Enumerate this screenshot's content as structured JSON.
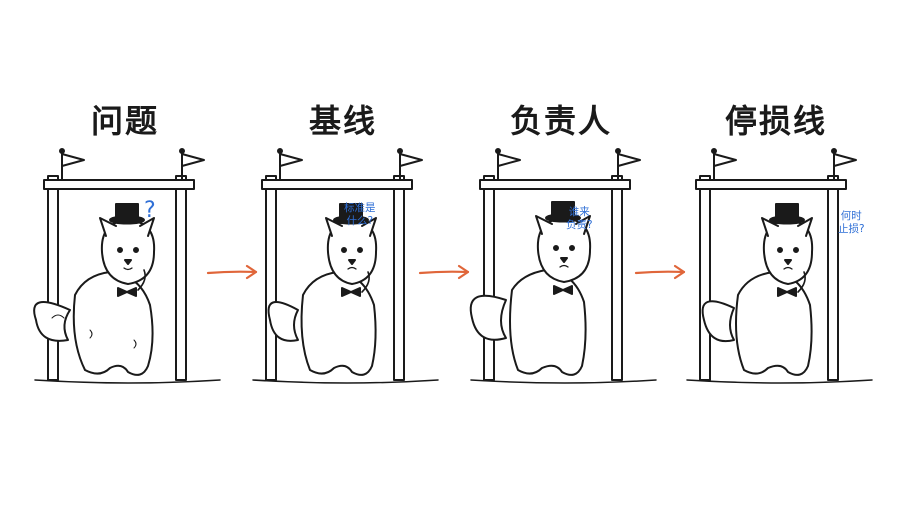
{
  "stages": [
    {
      "title": "问题",
      "bubble": "?"
    },
    {
      "title": "基线",
      "bubble": "标准是\n什么?"
    },
    {
      "title": "负责人",
      "bubble": "谁来\n负责?"
    },
    {
      "title": "停损线",
      "bubble": "何时\n止损?"
    }
  ],
  "colors": {
    "line": "#1a1a1a",
    "accent_arrow": "#e0663a",
    "bubble_text": "#2f6fd6"
  },
  "icons": [
    "flag-icon",
    "top-hat-icon",
    "bow-tie-icon",
    "arrow-right-icon"
  ]
}
